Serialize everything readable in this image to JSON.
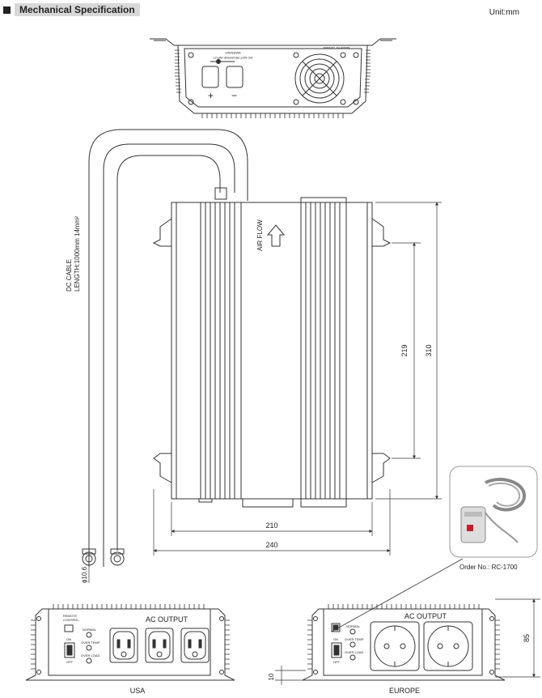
{
  "header": {
    "title": "Mechanical Specification",
    "unit": "Unit:mm"
  },
  "top_view": {
    "warning_line1": "WARNING",
    "warning_line2": "DO NOT REVERSE INPUT",
    "plus": "+",
    "minus": "−",
    "made_in": "MADE IN TAIWAN"
  },
  "side_view": {
    "air_flow": "AIR FLOW",
    "cable_line1": "DC CABLE",
    "cable_line2": "LENGTH:1000mm 14mm²",
    "dim_219": "219",
    "dim_310": "310",
    "dim_210": "210",
    "dim_240": "240",
    "dim_phi": "ϕ10.6"
  },
  "remote": {
    "order_no": "Order No.: RC-1700"
  },
  "usa_panel": {
    "label": "USA",
    "ac_output": "AC OUTPUT",
    "remote_control": "REMOTE\nCONTROL",
    "on": "ON",
    "off": "OFF",
    "normal": "NORMAL",
    "over_temp": "OVER TEMP",
    "over_load": "OVER LOAD"
  },
  "europe_panel": {
    "label": "EUROPE",
    "ac_output": "AC OUTPUT",
    "on": "ON",
    "off": "OFF",
    "normal": "NORMAL",
    "over_temp": "OVER TEMP",
    "over_load": "OVER LOAD",
    "dim_85": "85",
    "dim_10": "10"
  }
}
